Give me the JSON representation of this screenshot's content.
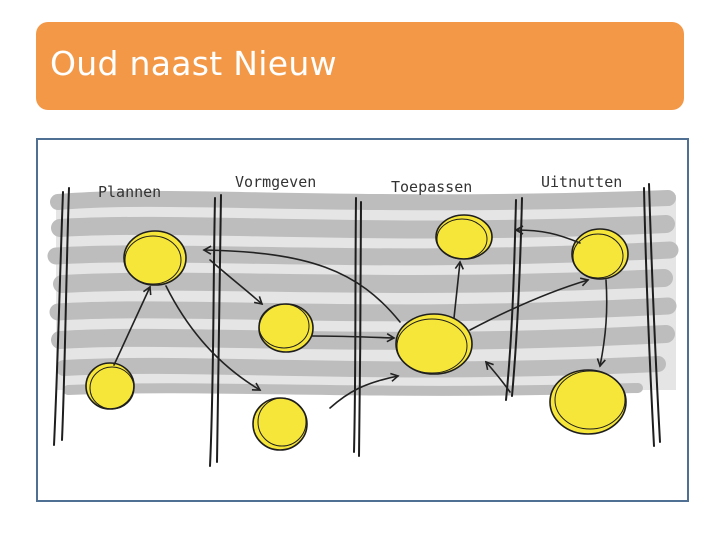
{
  "slide": {
    "title": "Oud naast Nieuw"
  },
  "colors": {
    "title_bar": "#f39847",
    "frame_border": "#4f6f93",
    "band_gray": "#b9b9b9",
    "node_yellow": "#f7e63a",
    "ink": "#222222"
  },
  "diagram": {
    "columns": [
      "Plannen",
      "Vormgeven",
      "Toepassen",
      "Uitnutten"
    ]
  }
}
